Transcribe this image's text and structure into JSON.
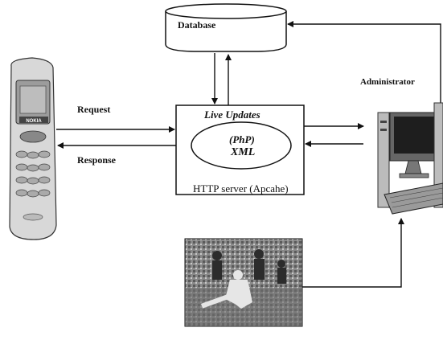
{
  "nodes": {
    "database": "Database",
    "live_updates": "Live Updates",
    "php": "(PhP)",
    "xml": "XML",
    "http_server": "HTTP server (Apcahe)",
    "administrator": "Administrator"
  },
  "edges": {
    "request": "Request",
    "response": "Response"
  },
  "images": {
    "phone": "nokia-mobile-phone",
    "computer": "desktop-computer",
    "photo": "sports-match-photo"
  },
  "colors": {
    "line": "#111111",
    "background": "#ffffff"
  }
}
